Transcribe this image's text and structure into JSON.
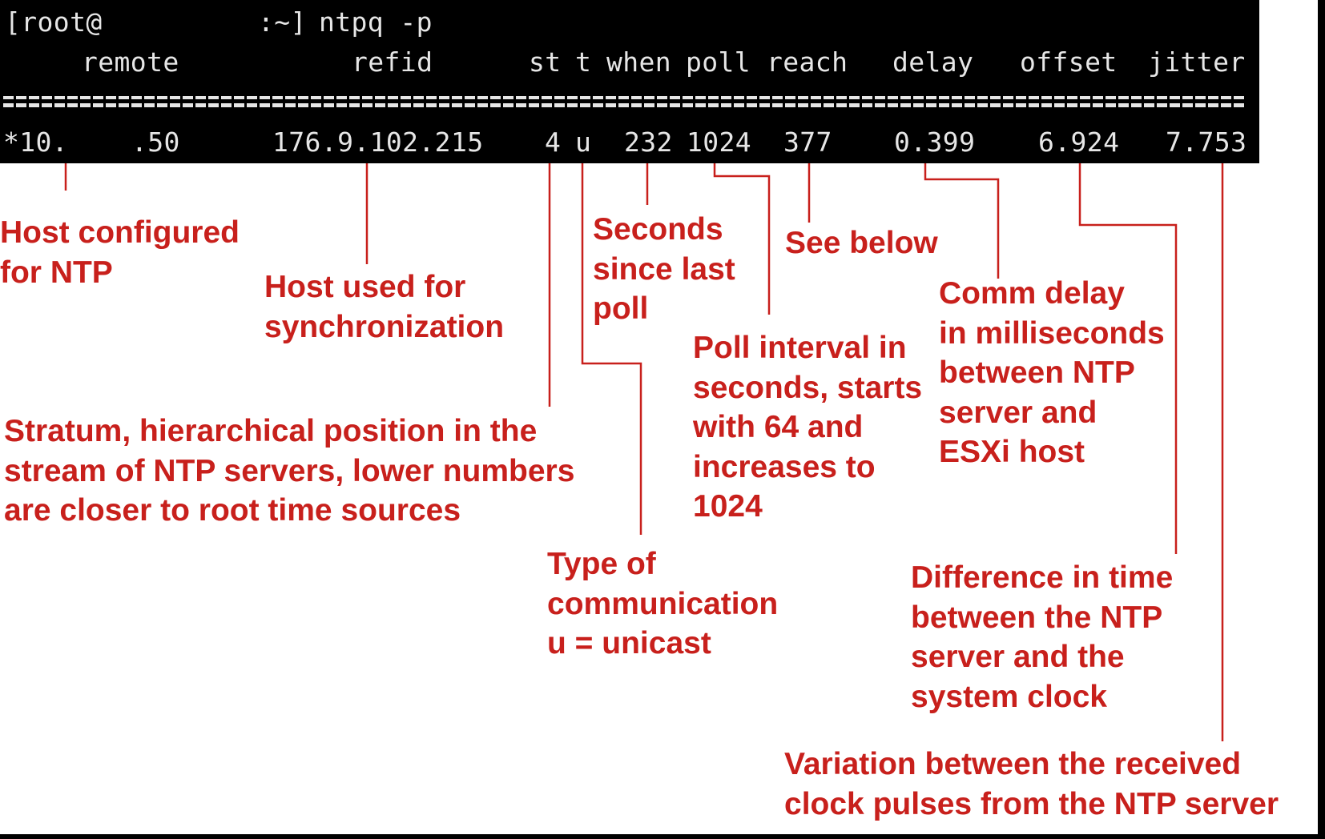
{
  "terminal": {
    "prompt_user": "[root@",
    "prompt_path": ":~]",
    "command": "ntpq -p",
    "headers": {
      "remote": "remote",
      "refid": "refid",
      "st": "st",
      "t": "t",
      "when": "when",
      "poll": "poll",
      "reach": "reach",
      "delay": "delay",
      "offset": "offset",
      "jitter": "jitter"
    },
    "row": {
      "remote_a": "*10.",
      "remote_b": ".50",
      "refid": "176.9.102.215",
      "st": "4",
      "t": "u",
      "when": "232",
      "poll": "1024",
      "reach": "377",
      "delay": "0.399",
      "offset": "6.924",
      "jitter": "7.753"
    }
  },
  "annotations": {
    "remote": "Host configured\nfor NTP",
    "refid": "Host used for\nsynchronization",
    "st": "Stratum, hierarchical position in the\nstream of NTP servers, lower numbers\nare closer to root time sources",
    "t": "Type of\ncommunication\nu = unicast",
    "when": "Seconds\nsince last\npoll",
    "poll": "Poll interval in\nseconds, starts\nwith 64 and\nincreases to\n1024",
    "reach": "See below",
    "delay": "Comm delay\nin milliseconds\nbetween NTP\nserver and\nESXi host",
    "offset": "Difference in time\nbetween the NTP\nserver and the\nsystem clock",
    "jitter": "Variation between the received\nclock pulses from the NTP server"
  },
  "colors": {
    "terminal_bg": "#000000",
    "terminal_text": "#e6e6e6",
    "annotation": "#c8201c",
    "canvas": "#ffffff"
  }
}
